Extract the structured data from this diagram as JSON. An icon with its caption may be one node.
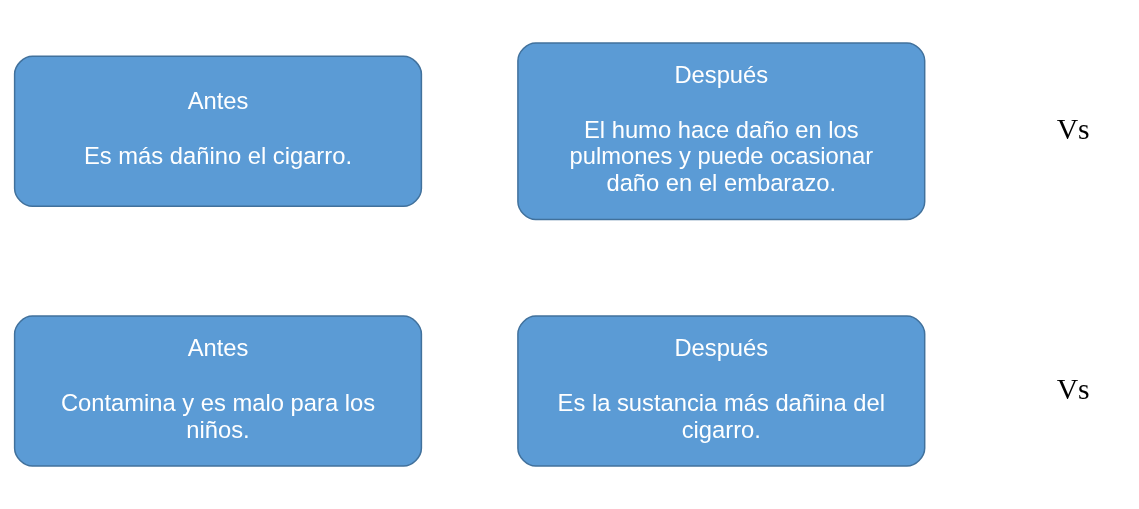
{
  "diagram": {
    "nodes": [
      {
        "text": [
          "Antes",
          "Es más dañino el cigarro."
        ]
      },
      {
        "text": [
          "Después",
          "El humo hace daño en los pulmones y puede ocasionar daño en el embarazo."
        ]
      },
      {
        "text": [
          "Antes",
          "Contamina y es malo para los niños."
        ]
      },
      {
        "text": [
          "Después",
          "Es la sustancia más dañina del cigarro."
        ]
      }
    ],
    "edges": [],
    "labels": [
      "Vs",
      "Vs"
    ]
  }
}
